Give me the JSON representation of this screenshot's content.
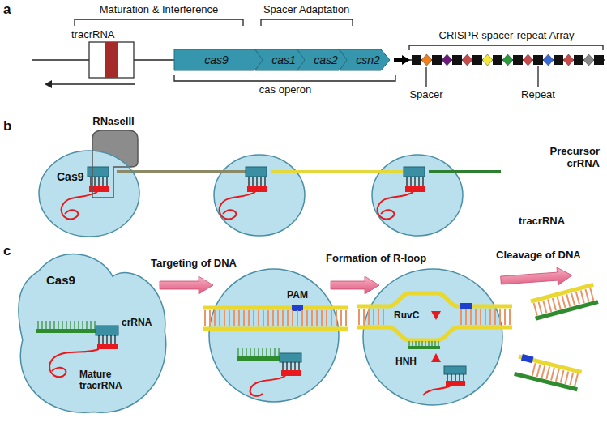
{
  "diagram": {
    "nodes": [
      {
        "text": [
          "cas9"
        ]
      },
      {
        "text": [
          "cas1"
        ]
      },
      {
        "text": [
          "cas2"
        ]
      },
      {
        "text": [
          "csn2"
        ]
      },
      {
        "text": [
          "RNaseIII"
        ]
      },
      {
        "text": [
          "Cas9"
        ]
      },
      {
        "text": [
          "Cas9"
        ]
      }
    ],
    "labels": [
      "a",
      "tracrRNA",
      "Maturation & Interference",
      "Spacer Adaptation",
      "cas operon",
      "CRISPR spacer-repeat Array",
      "Spacer",
      "Repeat",
      "b",
      "Precursor crRNA",
      "tracrRNA",
      "c",
      "crRNA",
      "Mature tracrRNA",
      "Targeting of DNA",
      "PAM",
      "Formation of R-loop",
      "RuvC",
      "HNH",
      "Cleavage of DNA"
    ]
  }
}
